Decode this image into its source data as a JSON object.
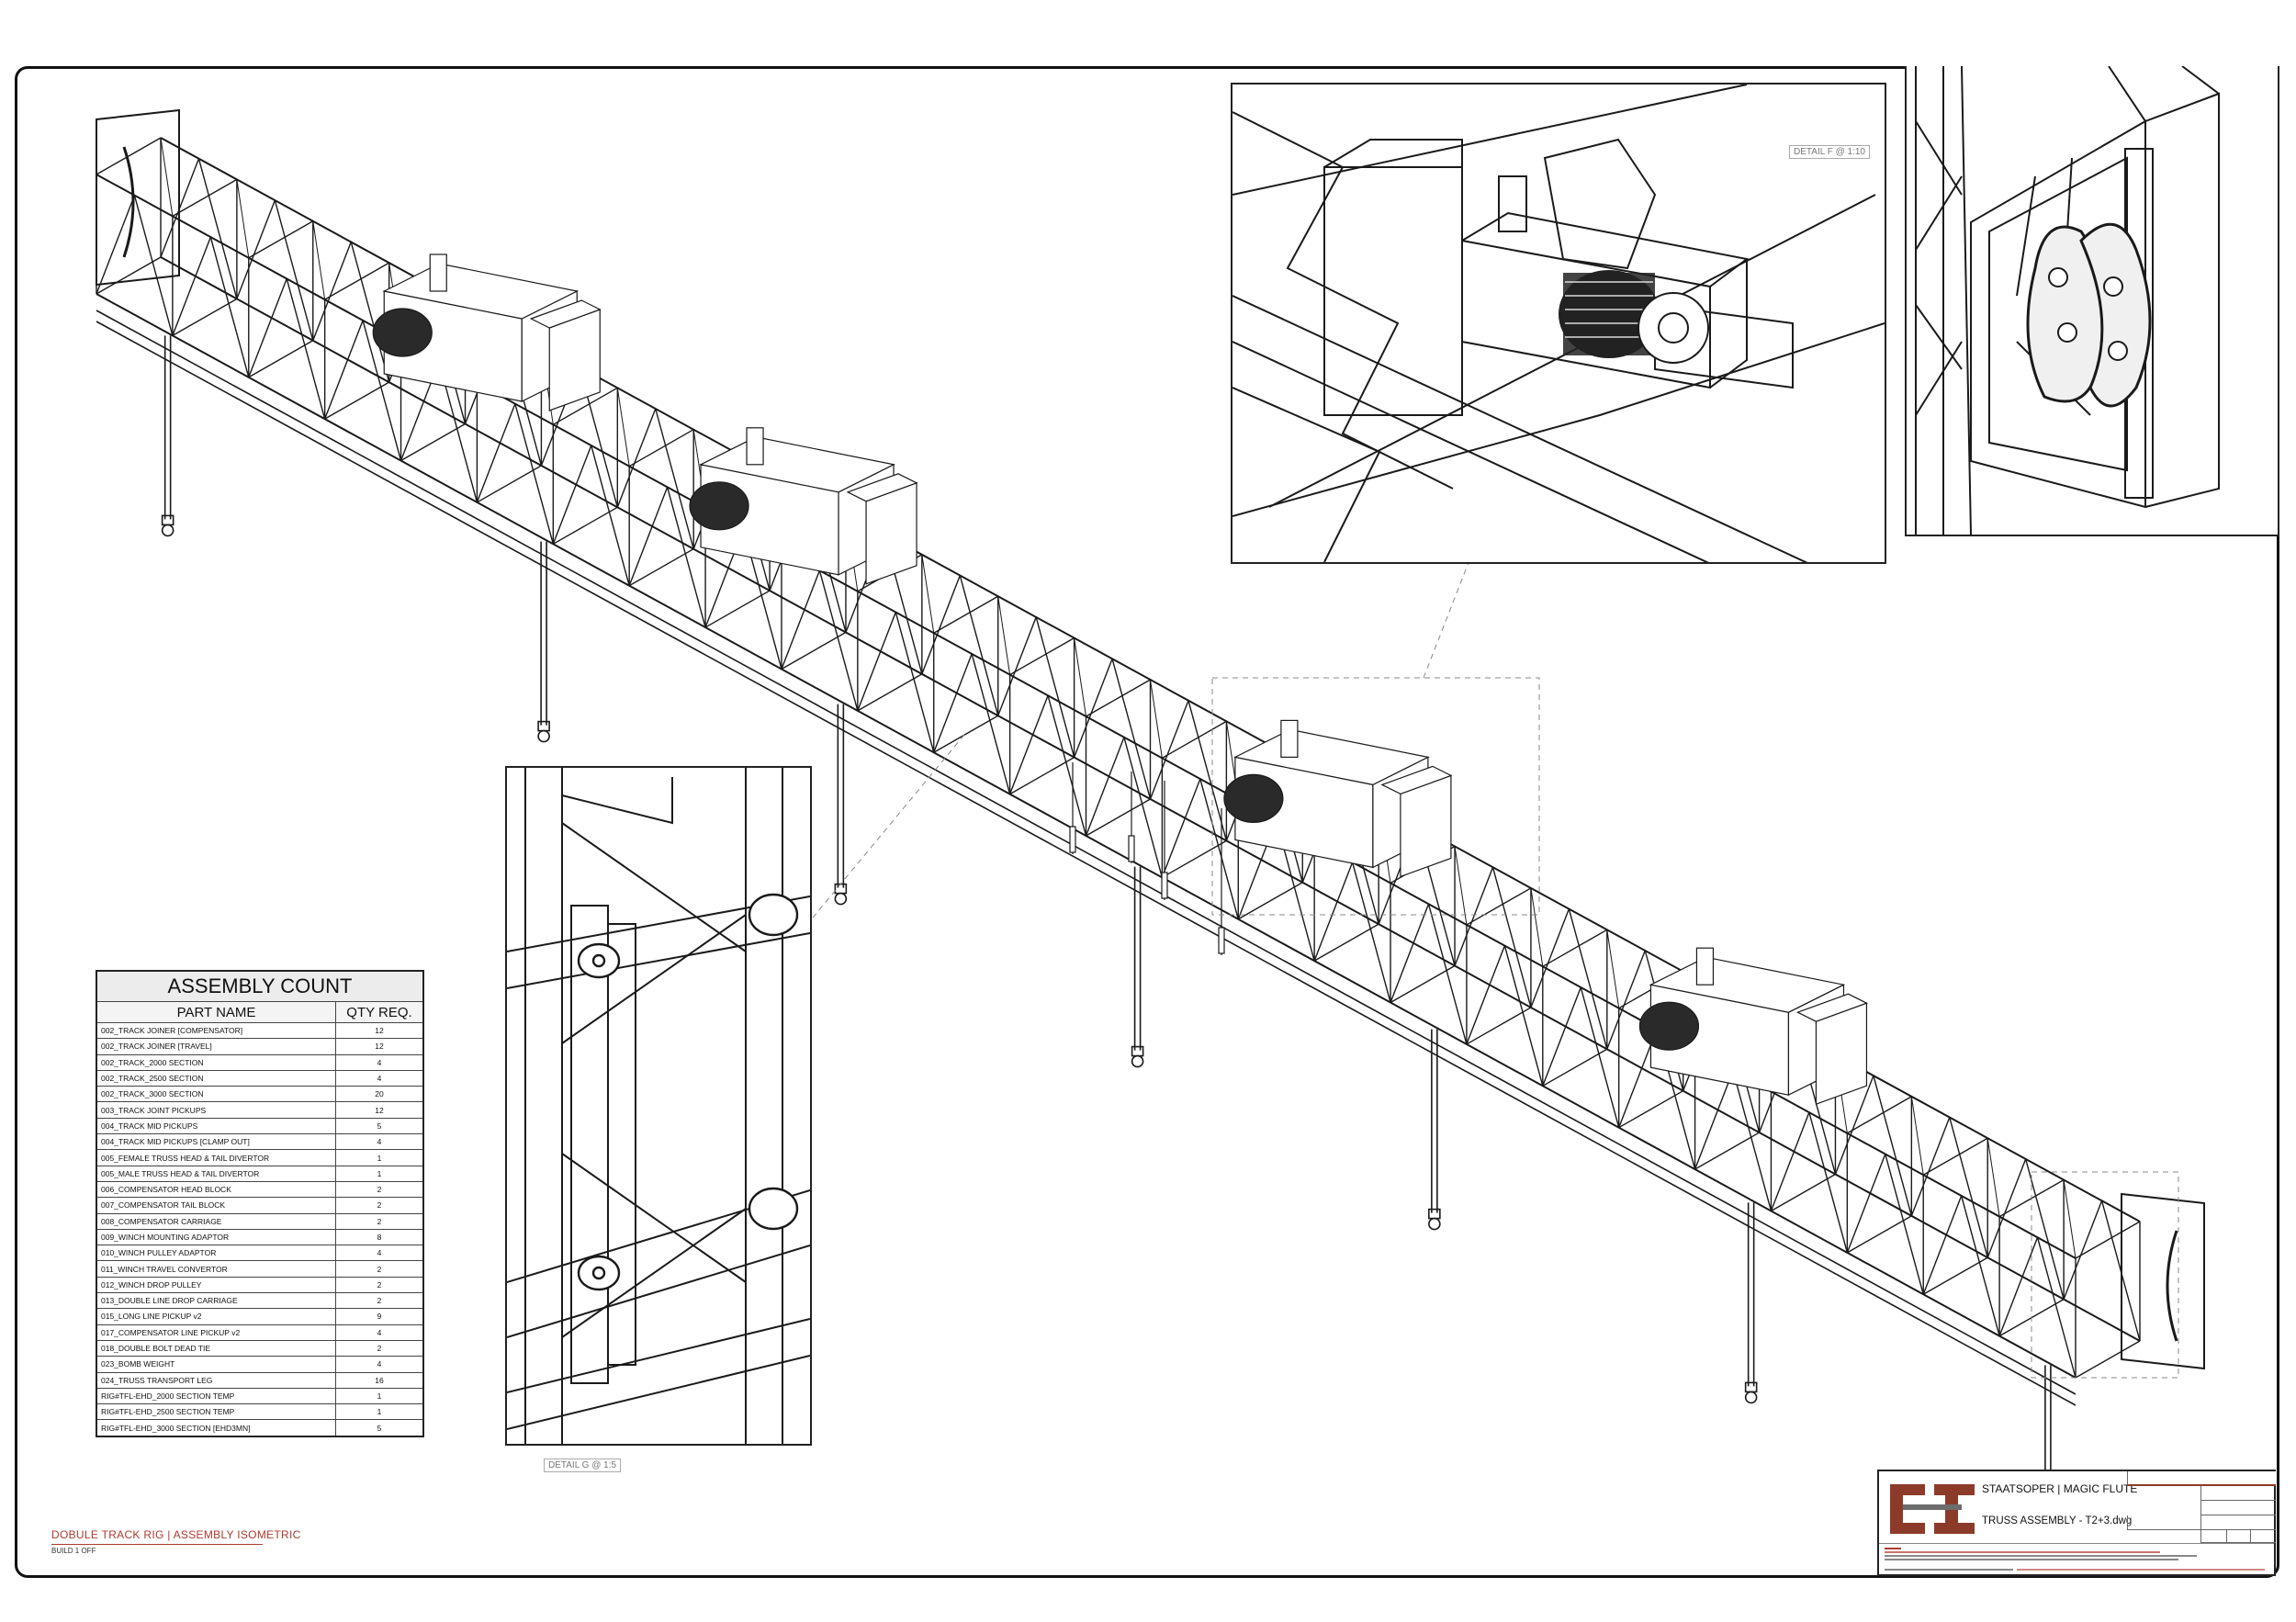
{
  "assembly_count": {
    "title": "ASSEMBLY COUNT",
    "headers": [
      "PART NAME",
      "QTY REQ."
    ],
    "rows": [
      {
        "part": "002_TRACK JOINER [COMPENSATOR]",
        "qty": "12"
      },
      {
        "part": "002_TRACK JOINER [TRAVEL]",
        "qty": "12"
      },
      {
        "part": "002_TRACK_2000 SECTION",
        "qty": "4"
      },
      {
        "part": "002_TRACK_2500 SECTION",
        "qty": "4"
      },
      {
        "part": "002_TRACK_3000 SECTION",
        "qty": "20"
      },
      {
        "part": "003_TRACK JOINT PICKUPS",
        "qty": "12"
      },
      {
        "part": "004_TRACK MID PICKUPS",
        "qty": "5"
      },
      {
        "part": "004_TRACK MID PICKUPS [CLAMP OUT]",
        "qty": "4"
      },
      {
        "part": "005_FEMALE TRUSS HEAD & TAIL DIVERTOR",
        "qty": "1"
      },
      {
        "part": "005_MALE TRUSS HEAD & TAIL DIVERTOR",
        "qty": "1"
      },
      {
        "part": "006_COMPENSATOR HEAD BLOCK",
        "qty": "2"
      },
      {
        "part": "007_COMPENSATOR TAIL BLOCK",
        "qty": "2"
      },
      {
        "part": "008_COMPENSATOR CARRIAGE",
        "qty": "2"
      },
      {
        "part": "009_WINCH MOUNTING ADAPTOR",
        "qty": "8"
      },
      {
        "part": "010_WINCH PULLEY ADAPTOR",
        "qty": "4"
      },
      {
        "part": "011_WINCH TRAVEL CONVERTOR",
        "qty": "2"
      },
      {
        "part": "012_WINCH DROP PULLEY",
        "qty": "2"
      },
      {
        "part": "013_DOUBLE LINE DROP CARRIAGE",
        "qty": "2"
      },
      {
        "part": "015_LONG LINE PICKUP v2",
        "qty": "9"
      },
      {
        "part": "017_COMPENSATOR LINE PICKUP v2",
        "qty": "4"
      },
      {
        "part": "018_DOUBLE BOLT DEAD TIE",
        "qty": "2"
      },
      {
        "part": "023_BOMB WEIGHT",
        "qty": "4"
      },
      {
        "part": "024_TRUSS TRANSPORT LEG",
        "qty": "16"
      },
      {
        "part": "RIG#TFL-EHD_2000 SECTION TEMP",
        "qty": "1"
      },
      {
        "part": "RIG#TFL-EHD_2500 SECTION TEMP",
        "qty": "1"
      },
      {
        "part": "RIG#TFL-EHD_3000 SECTION [EHD3MN]",
        "qty": "5"
      }
    ]
  },
  "details": {
    "detail_f": "DETAIL F @ 1:10",
    "detail_g": "DETAIL G @ 1:5"
  },
  "sheet": {
    "title": "DOBULE TRACK RIG | ASSEMBLY ISOMETRIC",
    "subtitle": "BUILD 1 OFF"
  },
  "title_block": {
    "project": "STAATSOPER | MAGIC FLUTE",
    "drawing": "TRUSS ASSEMBLY - T2+3.dwg"
  },
  "colors": {
    "line": "#1a1a1a",
    "accent": "#b03a2e",
    "motor": "#2a2a2a"
  }
}
